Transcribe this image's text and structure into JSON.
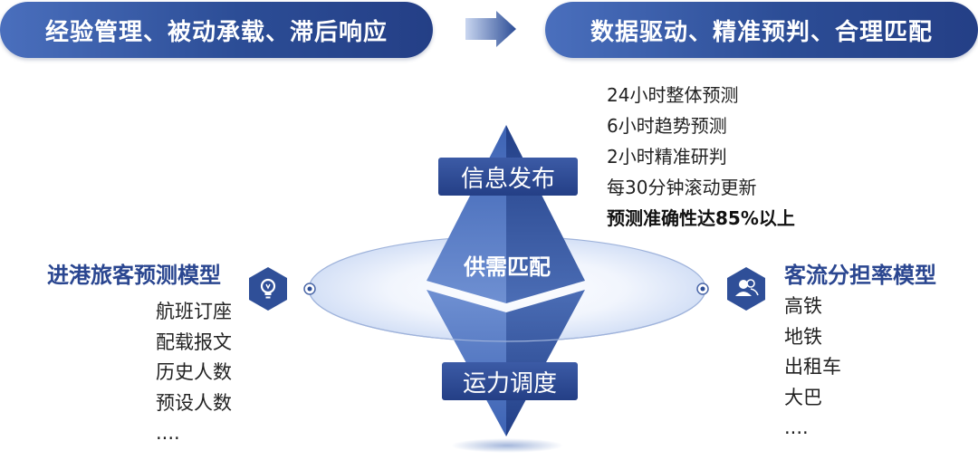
{
  "header": {
    "left_banner": "经验管理、被动承载、滞后响应",
    "right_banner": "数据驱动、精准预判、合理匹配"
  },
  "diagram": {
    "top_box": "信息发布",
    "center_label": "供需匹配",
    "bottom_box": "运力调度"
  },
  "forecast_notes": [
    "24小时整体预测",
    "6小时趋势预测",
    "2小时精准研判",
    "每30分钟滚动更新",
    "预测准确性达85%以上"
  ],
  "left_model": {
    "title": "进港旅客预测模型",
    "icon": "lightbulb-icon",
    "items": [
      "航班订座",
      "配载报文",
      "历史人数",
      "预设人数",
      "...."
    ]
  },
  "right_model": {
    "title": "客流分担率模型",
    "icon": "users-icon",
    "items": [
      "高铁",
      "地铁",
      "出租车",
      "大巴",
      "...."
    ]
  },
  "colors": {
    "primary_dark": "#243f86",
    "primary_light": "#4a6fbd",
    "ellipse_fill": "#e8eefb"
  }
}
